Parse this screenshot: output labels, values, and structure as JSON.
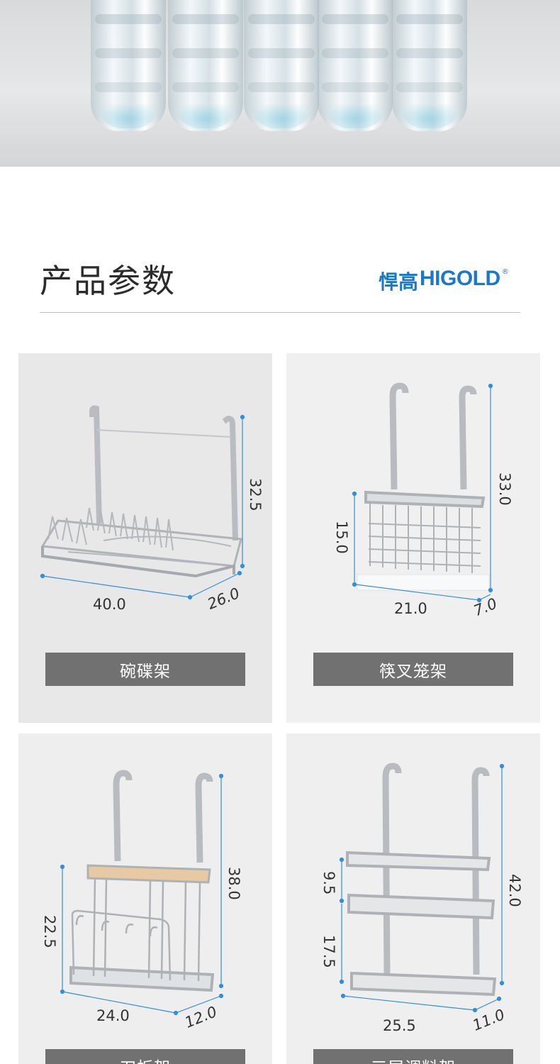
{
  "section": {
    "title": "产品参数"
  },
  "brand": {
    "cn": "悍高",
    "en": "HIGOLD",
    "reg": "®"
  },
  "colors": {
    "brand_blue": "#1a78c8",
    "label_bg": "#717171",
    "dim_line": "#2f8fe0"
  },
  "products": [
    {
      "name": "碗碟架",
      "dims": {
        "width": "40.0",
        "depth": "26.0",
        "height": "32.5"
      }
    },
    {
      "name": "筷叉笼架",
      "dims": {
        "width": "21.0",
        "depth": "7.0",
        "height": "33.0",
        "basket_height": "15.0"
      }
    },
    {
      "name": "刀板架",
      "dims": {
        "width": "24.0",
        "depth": "12.0",
        "height": "38.0",
        "rack_height": "22.5"
      }
    },
    {
      "name": "三层调料架",
      "dims": {
        "width": "25.5",
        "depth": "11.0",
        "height": "42.0",
        "gap_top": "9.5",
        "gap_bottom": "17.5"
      }
    }
  ]
}
